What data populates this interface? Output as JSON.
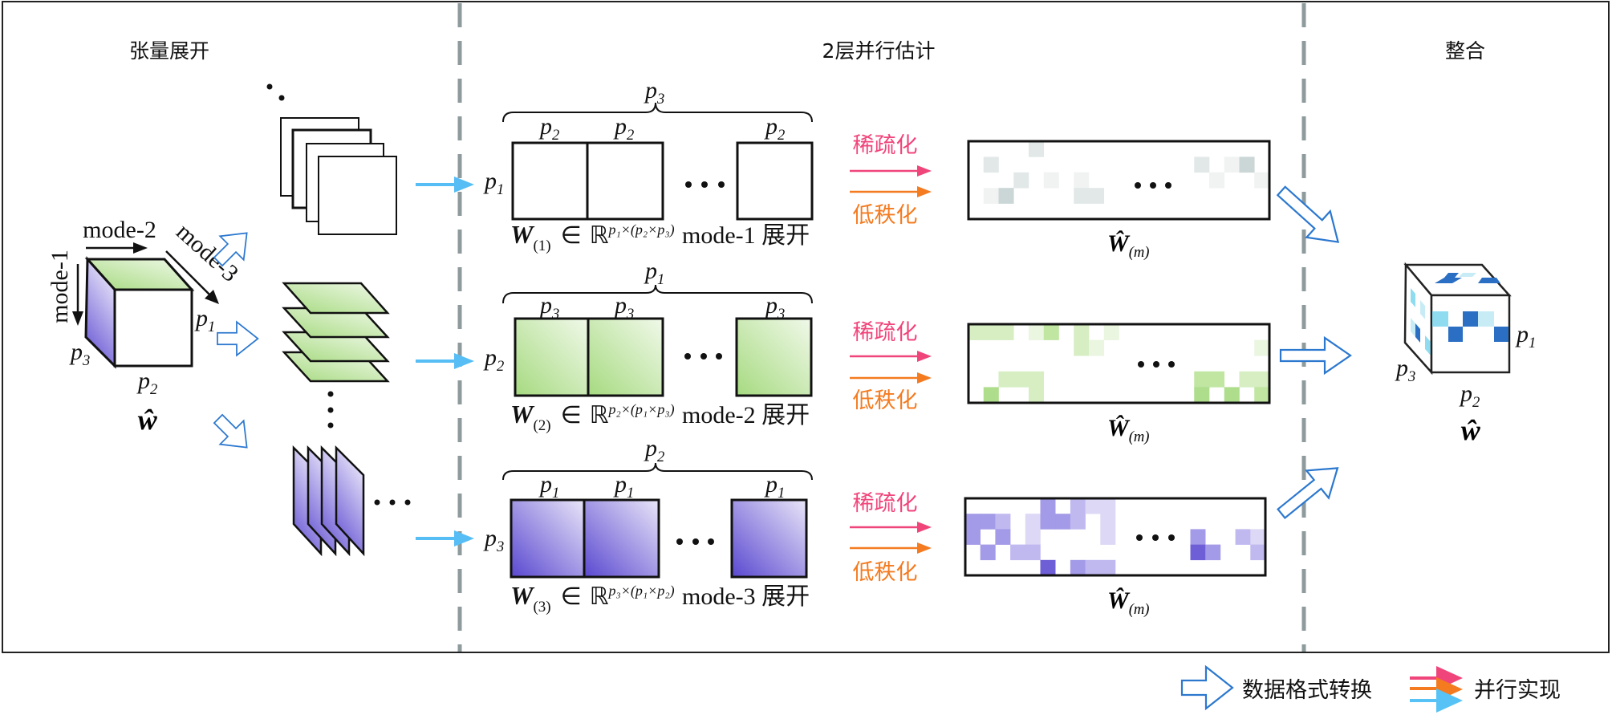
{
  "sections": {
    "unfold": "张量展开",
    "estimate": "2层并行估计",
    "merge": "整合"
  },
  "left": {
    "mode1": "mode-1",
    "mode2": "mode-2",
    "mode3": "mode-3",
    "p1": "p_1",
    "p2": "p_2",
    "p3": "p_3",
    "tensor": "ŵ"
  },
  "rows": [
    {
      "brace": "p_3",
      "block": "p_2",
      "side": "p_1",
      "W": "W",
      "sub": "(1)",
      "in": "∈",
      "R": "ℝ",
      "sup": "p₁×(p₂×p₃)",
      "mode": "mode-1 展开",
      "sparse": "稀疏化",
      "lowrank": "低秩化",
      "est": "Ŵ_(m)"
    },
    {
      "brace": "p_1",
      "block": "p_3",
      "side": "p_2",
      "W": "W",
      "sub": "(2)",
      "in": "∈",
      "R": "ℝ",
      "sup": "p₂×(p₁×p₃)",
      "mode": "mode-2 展开",
      "sparse": "稀疏化",
      "lowrank": "低秩化",
      "est": "Ŵ_(m)"
    },
    {
      "brace": "p_2",
      "block": "p_1",
      "side": "p_3",
      "W": "W",
      "sub": "(3)",
      "in": "∈",
      "R": "ℝ",
      "sup": "p₃×(p₁×p₂)",
      "mode": "mode-3 展开",
      "sparse": "稀疏化",
      "lowrank": "低秩化",
      "est": "Ŵ_(m)"
    }
  ],
  "heatmaps": [
    {
      "palette": [
        "#f0f3f2",
        "#e2e8e8",
        "#cbd6d6",
        "#b8c6c6"
      ],
      "cells": [
        [
          0,
          4,
          2
        ],
        [
          1,
          1,
          2
        ],
        [
          2,
          3,
          2
        ],
        [
          2,
          5,
          1
        ],
        [
          2,
          7,
          1
        ],
        [
          3,
          1,
          1
        ],
        [
          3,
          2,
          3
        ],
        [
          3,
          7,
          2
        ],
        [
          3,
          8,
          2
        ],
        [
          1,
          15,
          2
        ],
        [
          1,
          17,
          1
        ],
        [
          1,
          18,
          3
        ],
        [
          2,
          16,
          1
        ],
        [
          2,
          19,
          1
        ]
      ]
    },
    {
      "palette": [
        "#eaf6e0",
        "#d6eec2",
        "#c0e6a2",
        "#aedd8c"
      ],
      "cells": [
        [
          0,
          0,
          2
        ],
        [
          0,
          1,
          2
        ],
        [
          0,
          2,
          2
        ],
        [
          0,
          4,
          1
        ],
        [
          0,
          5,
          3
        ],
        [
          0,
          7,
          2
        ],
        [
          0,
          9,
          1
        ],
        [
          1,
          7,
          2
        ],
        [
          1,
          8,
          1
        ],
        [
          1,
          19,
          1
        ],
        [
          3,
          2,
          2
        ],
        [
          3,
          3,
          2
        ],
        [
          3,
          4,
          2
        ],
        [
          3,
          15,
          3
        ],
        [
          3,
          16,
          3
        ],
        [
          3,
          18,
          2
        ],
        [
          3,
          19,
          2
        ],
        [
          4,
          1,
          4
        ],
        [
          4,
          4,
          2
        ],
        [
          4,
          15,
          4
        ],
        [
          4,
          17,
          4
        ],
        [
          4,
          19,
          3
        ]
      ]
    },
    {
      "palette": [
        "#dcd8f5",
        "#c0b9f0",
        "#a39be8",
        "#6e5fd6"
      ],
      "cells": [
        [
          0,
          5,
          3
        ],
        [
          0,
          7,
          2
        ],
        [
          0,
          8,
          1
        ],
        [
          0,
          9,
          1
        ],
        [
          1,
          0,
          3
        ],
        [
          1,
          1,
          3
        ],
        [
          1,
          2,
          2
        ],
        [
          1,
          4,
          1
        ],
        [
          1,
          5,
          3
        ],
        [
          1,
          6,
          3
        ],
        [
          1,
          7,
          2
        ],
        [
          1,
          9,
          1
        ],
        [
          2,
          0,
          3
        ],
        [
          2,
          2,
          3
        ],
        [
          2,
          4,
          1
        ],
        [
          2,
          9,
          1
        ],
        [
          2,
          15,
          3
        ],
        [
          2,
          18,
          2
        ],
        [
          2,
          19,
          1
        ],
        [
          3,
          1,
          3
        ],
        [
          3,
          3,
          2
        ],
        [
          3,
          4,
          2
        ],
        [
          3,
          15,
          4
        ],
        [
          3,
          16,
          3
        ],
        [
          3,
          19,
          2
        ],
        [
          4,
          5,
          4
        ],
        [
          4,
          7,
          3
        ],
        [
          4,
          8,
          2
        ],
        [
          4,
          9,
          2
        ]
      ]
    }
  ],
  "right": {
    "p1": "p_1",
    "p2": "p_2",
    "p3": "p_3",
    "tensor": "ŵ"
  },
  "legend": {
    "convert": "数据格式转换",
    "parallel": "并行实现"
  },
  "colors": {
    "sparse": "#f0457b",
    "lowrank": "#f47b20",
    "flow": "#56bdf5",
    "convert": "#2c78cf"
  }
}
